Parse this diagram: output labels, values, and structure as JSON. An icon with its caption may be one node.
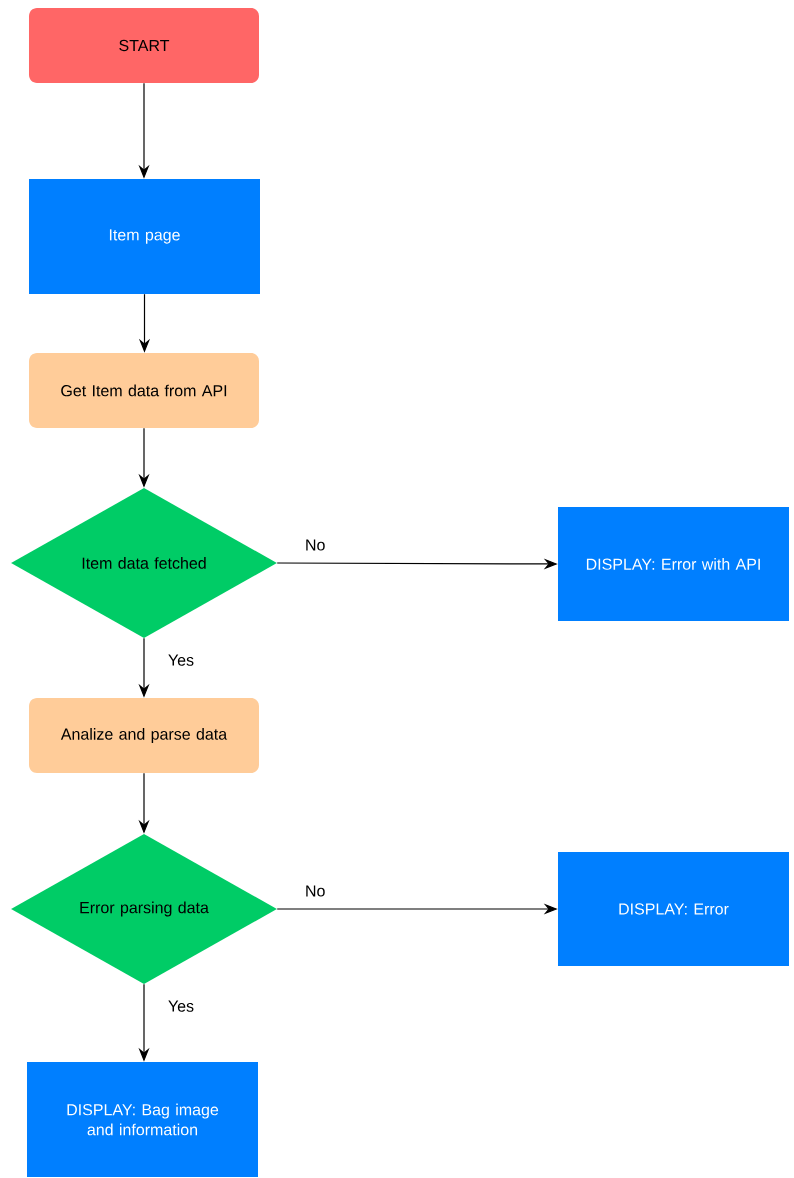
{
  "diagram": {
    "nodes": [
      {
        "text": [
          "START"
        ]
      },
      {
        "text": [
          "Item page"
        ]
      },
      {
        "text": [
          "Get Item data from API"
        ]
      },
      {
        "text": [
          "Item data fetched"
        ]
      },
      {
        "text": [
          "DISPLAY: Error with API"
        ]
      },
      {
        "text": [
          "Analize and parse data"
        ]
      },
      {
        "text": [
          "Error parsing data"
        ]
      },
      {
        "text": [
          "DISPLAY: Error"
        ]
      },
      {
        "text": [
          "DISPLAY: Bag image and information"
        ]
      }
    ],
    "edges": [
      {
        "from": 0,
        "to": 1,
        "arrow": "to"
      },
      {
        "from": 1,
        "to": 2,
        "arrow": "to"
      },
      {
        "from": 2,
        "to": 3,
        "arrow": "to"
      },
      {
        "from": 3,
        "to": 4,
        "arrow": "to",
        "label": "No"
      },
      {
        "from": 3,
        "to": 5,
        "arrow": "to",
        "label": "Yes"
      },
      {
        "from": 5,
        "to": 6,
        "arrow": "to"
      },
      {
        "from": 6,
        "to": 7,
        "arrow": "to",
        "label": "No"
      },
      {
        "from": 6,
        "to": 8,
        "arrow": "to",
        "label": "Yes"
      }
    ]
  }
}
